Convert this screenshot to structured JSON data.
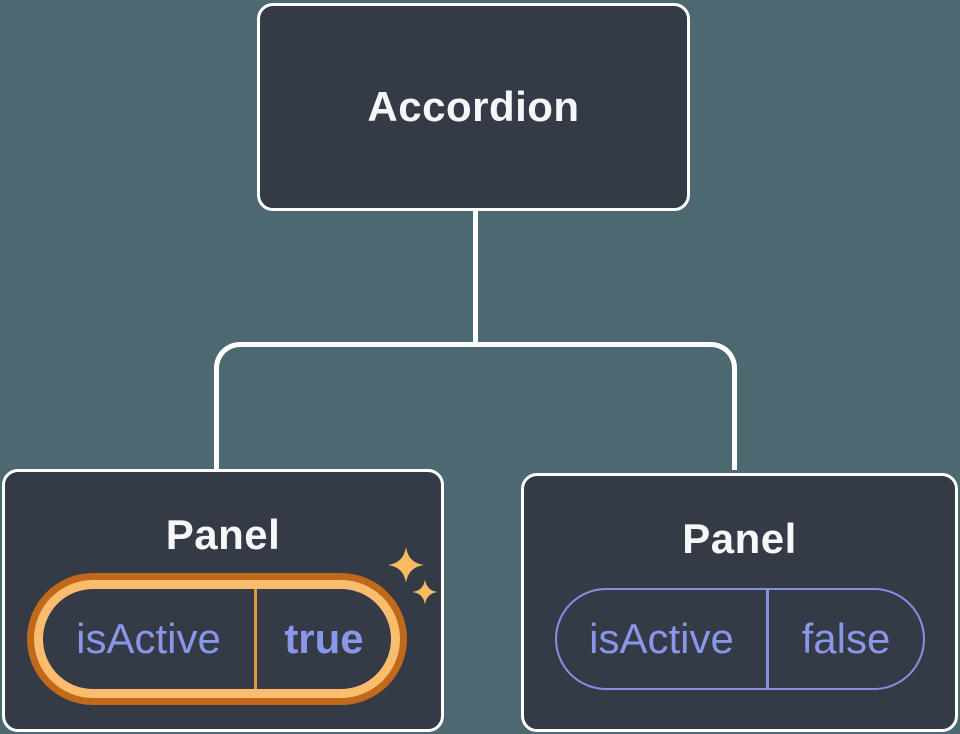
{
  "diagram": {
    "root": {
      "label": "Accordion"
    },
    "panels": [
      {
        "title": "Panel",
        "prop_name": "isActive",
        "prop_value": "true",
        "state": "active",
        "highlighted": true
      },
      {
        "title": "Panel",
        "prop_name": "isActive",
        "prop_value": "false",
        "state": "inactive",
        "highlighted": false
      }
    ]
  },
  "colors": {
    "background": "#4C6971",
    "node_fill": "#343A46",
    "node_border": "#FFFFFF",
    "connector": "#FFFFFF",
    "title_text": "#F6F7F9",
    "prop_text": "#8A96E8",
    "inactive_pill_border": "#8590E4",
    "highlight_ring_gold": "#FABD6E",
    "highlight_ring_orange": "#C1691B",
    "active_divider_gold": "#E09A3E",
    "sparkle_gold": "#F9BB62"
  }
}
